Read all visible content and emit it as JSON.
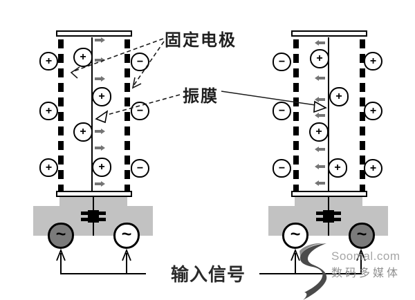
{
  "labels": {
    "fixed_electrode": "固定电极",
    "diaphragm": "振膜",
    "input_signal": "输入信号"
  },
  "watermark": {
    "brand": "Soomal.com",
    "subtitle": "数码多媒体"
  },
  "symbols": {
    "plus": "+",
    "minus": "−",
    "sine": "~"
  },
  "colors": {
    "line_black": "#000000",
    "force_arrow_gray": "#757575",
    "pedestal_gray": "#c2c2c2",
    "dark_source_fill": "#7b7b7b",
    "watermark_gray": "#9a9a9a"
  },
  "diagrams": [
    {
      "position": "left",
      "outer_left": [
        "+",
        "+",
        "+"
      ],
      "outer_right": [
        "−",
        "−",
        "−"
      ],
      "membrane": [
        "+",
        "+",
        "+",
        "+"
      ],
      "force": "right",
      "sources": [
        "~",
        "~"
      ],
      "source_styles": [
        "dark",
        "light"
      ]
    },
    {
      "position": "right",
      "outer_left": [
        "−",
        "−",
        "−"
      ],
      "outer_right": [
        "+",
        "+",
        "+"
      ],
      "membrane": [
        "+",
        "+",
        "+",
        "+"
      ],
      "force": "left",
      "sources": [
        "~",
        "~"
      ],
      "source_styles": [
        "light",
        "dark"
      ]
    }
  ]
}
